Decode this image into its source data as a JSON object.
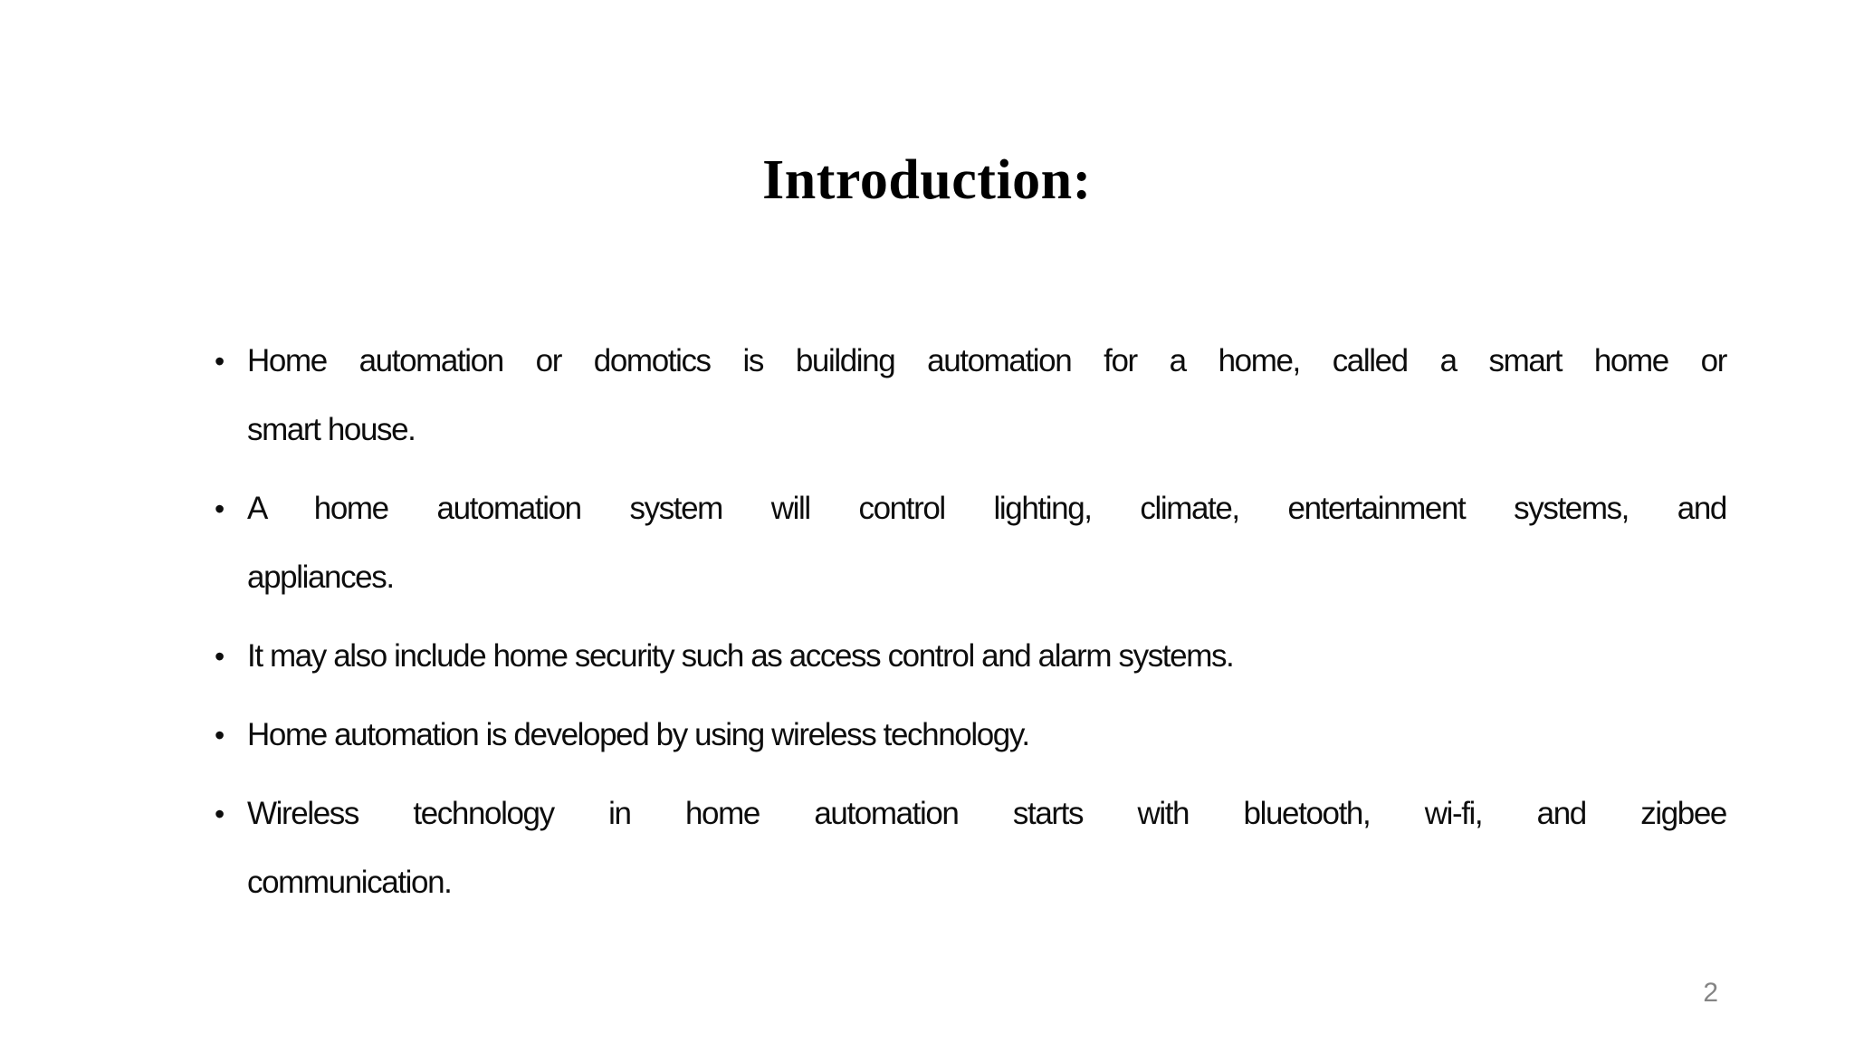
{
  "slide": {
    "title": "Introduction:",
    "bullet_char": "•",
    "bullets": [
      {
        "lines": [
          "Home automation or domotics is building automation for a home, called a smart home or",
          "smart house."
        ]
      },
      {
        "lines": [
          "A home automation system will control lighting, climate, entertainment systems, and",
          "appliances."
        ]
      },
      {
        "lines": [
          "It may also include home security such as access control and alarm systems."
        ]
      },
      {
        "lines": [
          "Home automation is developed by using wireless technology."
        ]
      },
      {
        "lines": [
          "Wireless technology in home automation starts with bluetooth, wi-fi, and zigbee",
          "communication."
        ]
      }
    ],
    "page_number": "2",
    "colors": {
      "background": "#ffffff",
      "title_text": "#000000",
      "body_text": "#0d0d0d",
      "page_number_text": "#848484"
    }
  }
}
